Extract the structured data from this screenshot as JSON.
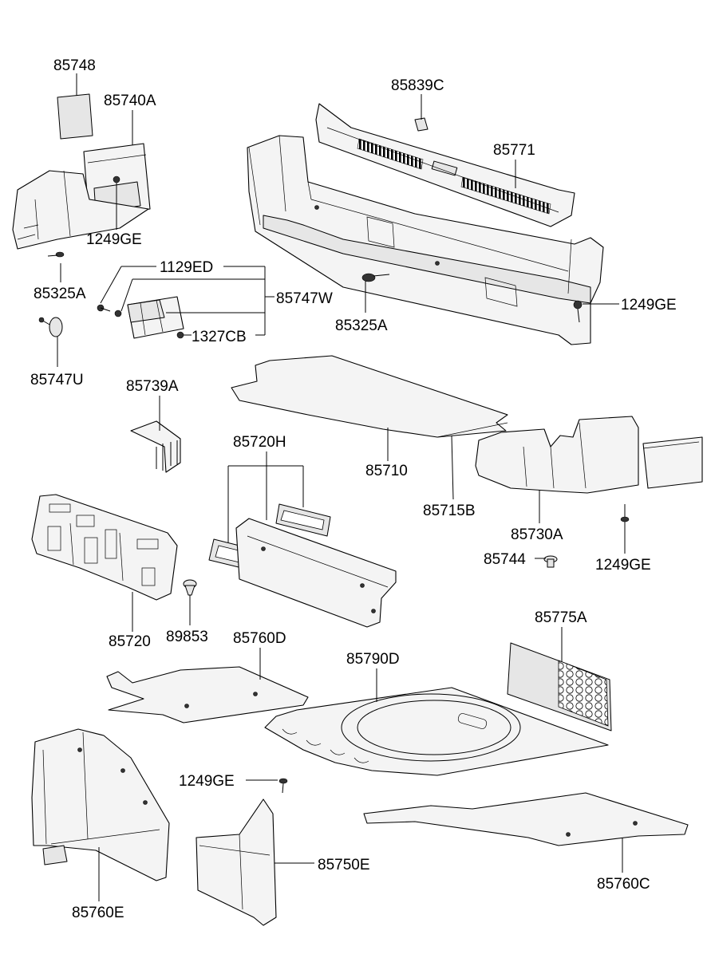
{
  "callouts": {
    "p85748": "85748",
    "p85740A": "85740A",
    "p1249GE_a": "1249GE",
    "p85325A_a": "85325A",
    "p1129ED": "1129ED",
    "p85747W": "85747W",
    "p1327CB": "1327CB",
    "p85747U": "85747U",
    "p85839C": "85839C",
    "p85771": "85771",
    "p85325A_b": "85325A",
    "p1249GE_b": "1249GE",
    "p85739A": "85739A",
    "p85710": "85710",
    "p85715B": "85715B",
    "p85720H": "85720H",
    "p85730A": "85730A",
    "p85744": "85744",
    "p1249GE_c": "1249GE",
    "p85720": "85720",
    "p89853": "89853",
    "p85760D": "85760D",
    "p85790D": "85790D",
    "p85775A": "85775A",
    "p1249GE_d": "1249GE",
    "p85750E": "85750E",
    "p85760E": "85760E",
    "p85760C": "85760C"
  }
}
